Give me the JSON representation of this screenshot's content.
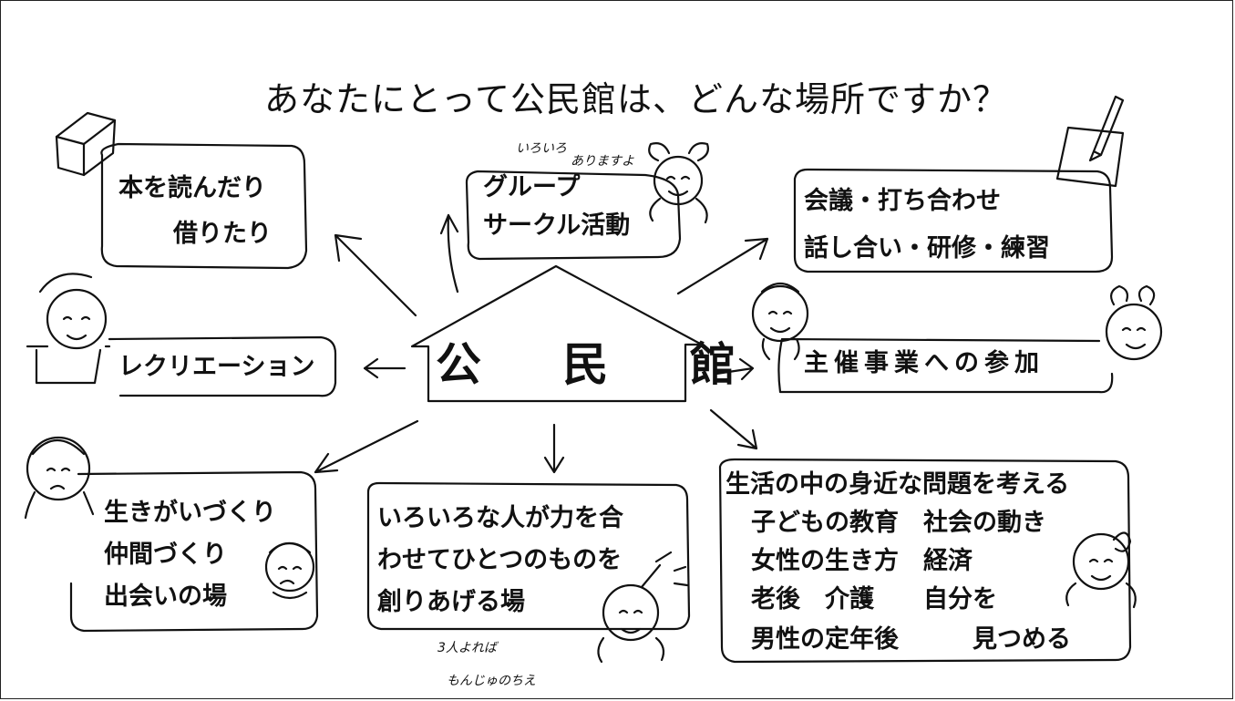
{
  "title": "あなたにとって公民館は、どんな場所ですか？",
  "center": "公 民 館",
  "boxes": {
    "reading": [
      "本を読んだり",
      "借りたり"
    ],
    "group": [
      "グループ",
      "サークル活動"
    ],
    "meeting": [
      "会議・打ち合わせ",
      "話し合い・研修・練習"
    ],
    "recreation": [
      "レクリエーション"
    ],
    "sponsored": [
      "主催事業への参加"
    ],
    "purpose": [
      "生きがいづくり",
      "仲間づくり",
      "出会いの場"
    ],
    "creation": [
      "いろいろな人が力を合",
      "わせてひとつのものを",
      "創りあげる場"
    ],
    "issues": [
      "生活の中の身近な問題を考える",
      "子どもの教育　社会の動き",
      "女性の生き方　経済",
      "老後　介護　　自分を",
      "男性の定年後　　　見つめる"
    ]
  },
  "notes": {
    "various": [
      "いろいろ",
      "ありますよ"
    ],
    "proverb": [
      "3人よれば",
      "もんじゅのちえ"
    ]
  },
  "icons": [
    "book-icon",
    "notebook-pencil-icon",
    "person-icon",
    "house-icon",
    "arrow-icon"
  ]
}
